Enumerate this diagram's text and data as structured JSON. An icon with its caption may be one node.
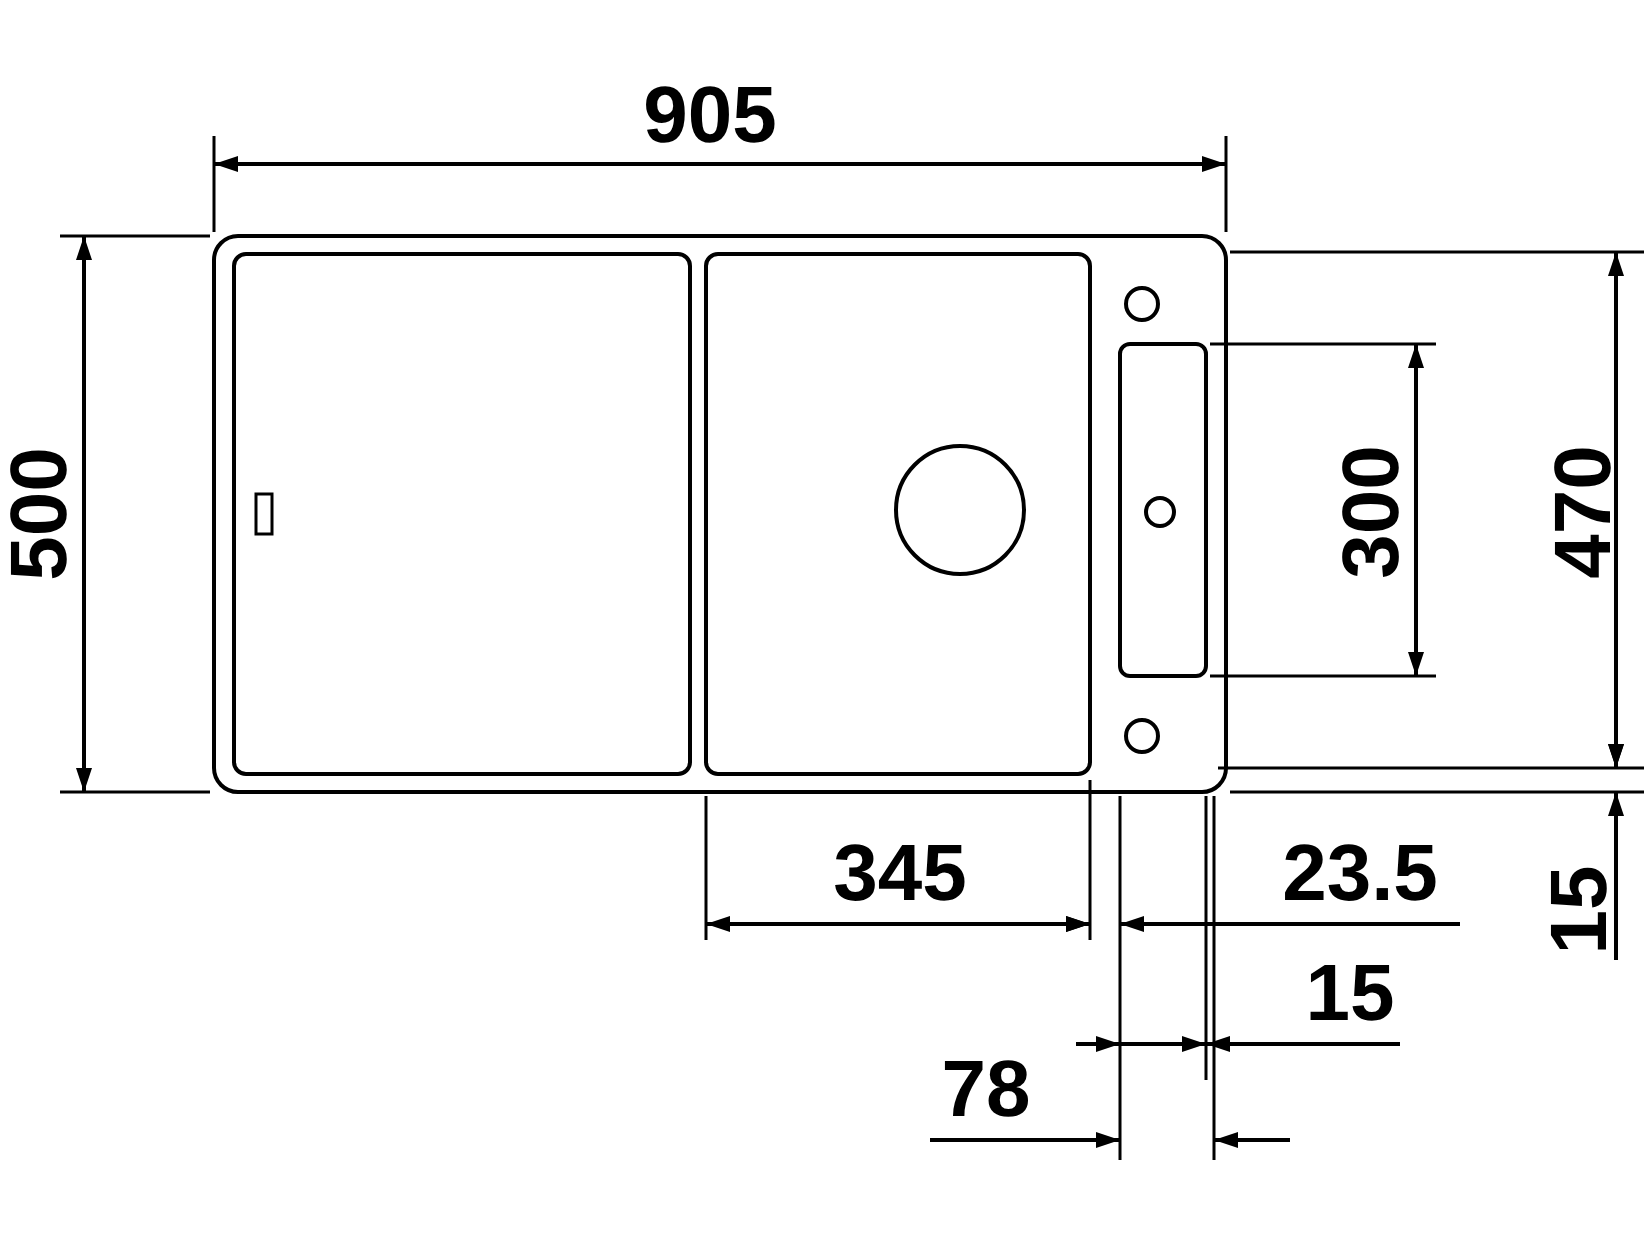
{
  "diagram": {
    "labels": [
      "905",
      "500",
      "300",
      "470",
      "345",
      "23.5",
      "15",
      "15",
      "78"
    ]
  }
}
